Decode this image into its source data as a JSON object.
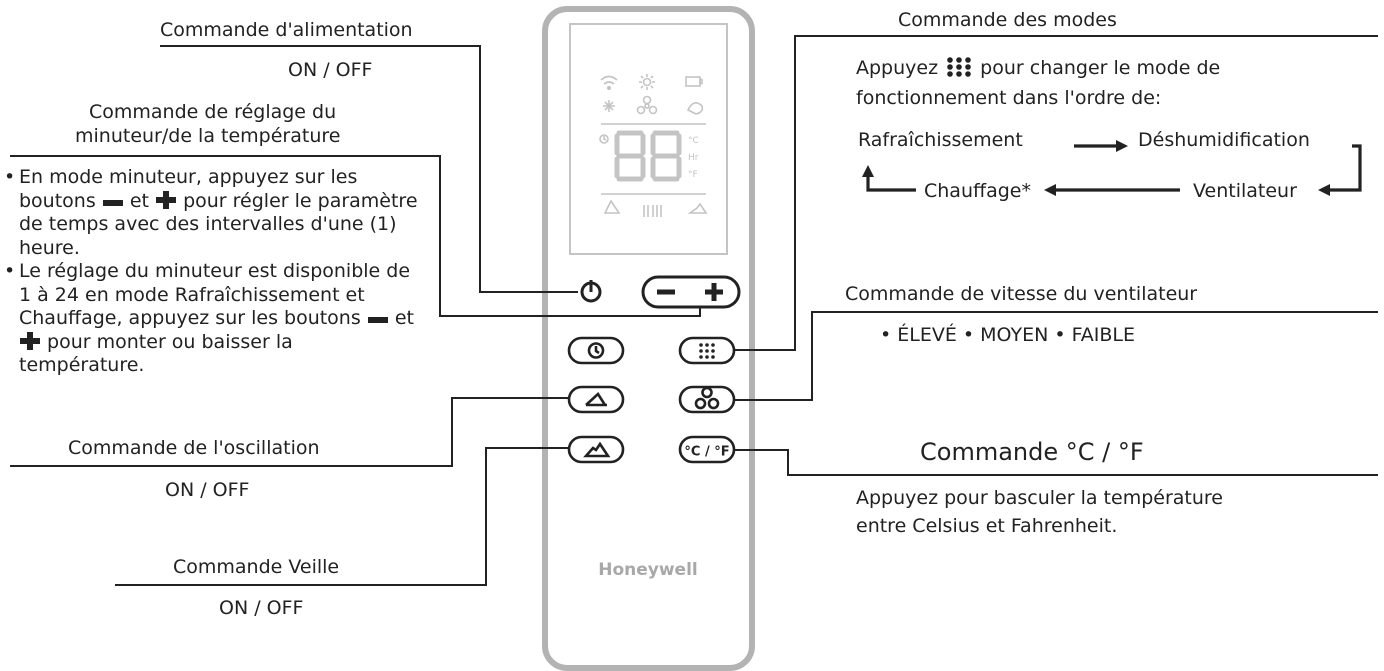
{
  "callouts": {
    "power": {
      "title": "Commande d'alimentation",
      "state": "ON / OFF"
    },
    "timer_temp": {
      "title_line1": "Commande de réglage du",
      "title_line2": "minuteur/de la température",
      "bullet1": {
        "a": "En mode minuteur, appuyez sur les boutons",
        "b": "et",
        "c": "pour régler le paramètre de temps avec des intervalles d'une (1) heure."
      },
      "bullet2": {
        "a": "Le réglage du minuteur est disponible de 1 à 24 en mode Rafraîchissement et Chauffage, appuyez sur les boutons",
        "b": "et",
        "c": "pour monter ou baisser la température."
      }
    },
    "oscillation": {
      "title": "Commande de l'oscillation",
      "state": "ON / OFF"
    },
    "sleep": {
      "title": "Commande Veille",
      "state": "ON / OFF"
    },
    "mode": {
      "title": "Commande des modes",
      "desc_a": "Appuyez",
      "desc_b": "pour changer le mode de",
      "desc_line2": "fonctionnement dans l'ordre de:",
      "cycle": [
        "Rafraîchissement",
        "Déshumidification",
        "Ventilateur",
        "Chauffage*"
      ]
    },
    "fan_speed": {
      "title": "Commande de vitesse du ventilateur",
      "levels": [
        "ÉLEVÉ",
        "MOYEN",
        "FAIBLE"
      ]
    },
    "unit": {
      "title": "Commande °C / °F",
      "desc_line1": "Appuyez pour basculer la température",
      "desc_line2": "entre Celsius  et Fahrenheit."
    }
  },
  "remote": {
    "brand": "Honeywell",
    "display_digits": "88",
    "unit_c": "°C",
    "unit_hr": "Hr",
    "unit_f": "°F",
    "unit_button_label": "°C / °F",
    "icons": [
      "wifi-icon",
      "sun-icon",
      "battery-icon",
      "snowflake-icon",
      "fan-icon",
      "timer-icon",
      "clock-icon",
      "oscillation-icon",
      "sleep-icon",
      "power-icon",
      "minus-icon",
      "plus-icon",
      "mode-icon"
    ]
  },
  "colors": {
    "line": "#222222",
    "remote_outline": "#b0b0b0",
    "display": "#c8c8c8"
  }
}
